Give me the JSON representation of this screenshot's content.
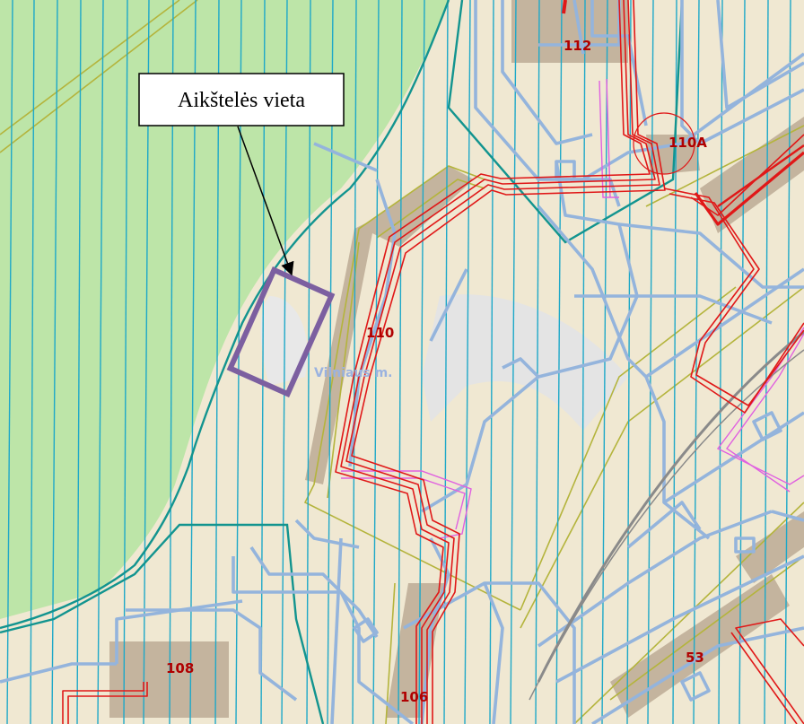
{
  "callout": {
    "text": "Aikštelės vieta"
  },
  "buildings": [
    {
      "id": "b112",
      "label": "112"
    },
    {
      "id": "b110a",
      "label": "110A"
    },
    {
      "id": "b110",
      "label": "110"
    },
    {
      "id": "b108",
      "label": "108"
    },
    {
      "id": "b106",
      "label": "106"
    },
    {
      "id": "b53",
      "label": "53"
    }
  ],
  "street": {
    "label": "Vilniaus m."
  },
  "colors": {
    "land": "#f0e8d2",
    "forest": "#bde5a8",
    "road_shade": "#e4e4e4",
    "building": "#c4b49e",
    "utility_blue": "#94b4dc",
    "cadastral_line": "#1ea8c8",
    "boundary_teal": "#12948f",
    "parcel_olive": "#b4b43c",
    "power_red": "#e01818",
    "pipe_magenta": "#e060e0",
    "rail_grey": "#8a8a8a",
    "marker_purple": "#7c5fa0",
    "label_red": "#b00000",
    "street_label": "#9ab2e0"
  }
}
